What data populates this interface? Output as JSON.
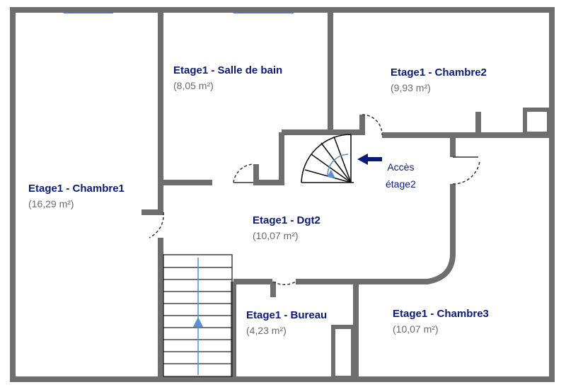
{
  "rooms": {
    "chambre1": {
      "name": "Etage1 - Chambre1",
      "area": "(16,29 m²)"
    },
    "salle_de_bain": {
      "name": "Etage1 - Salle de bain",
      "area": "(8,05 m²)"
    },
    "chambre2": {
      "name": "Etage1 - Chambre2",
      "area": "(9,93 m²)"
    },
    "dgt2": {
      "name": "Etage1 - Dgt2",
      "area": "(10,07 m²)"
    },
    "bureau": {
      "name": "Etage1 - Bureau",
      "area": "(4,23 m²)"
    },
    "chambre3": {
      "name": "Etage1 - Chambre3",
      "area": "(10,07 m²)"
    }
  },
  "access_note": {
    "line1": "Accès",
    "line2": "étage2"
  },
  "colors": {
    "wall": "#6e6e6e",
    "label": "#0a1a7a",
    "area_text": "#6b6b6b",
    "window": "#6a78c8",
    "stair_arrow": "#5b8fd6"
  }
}
